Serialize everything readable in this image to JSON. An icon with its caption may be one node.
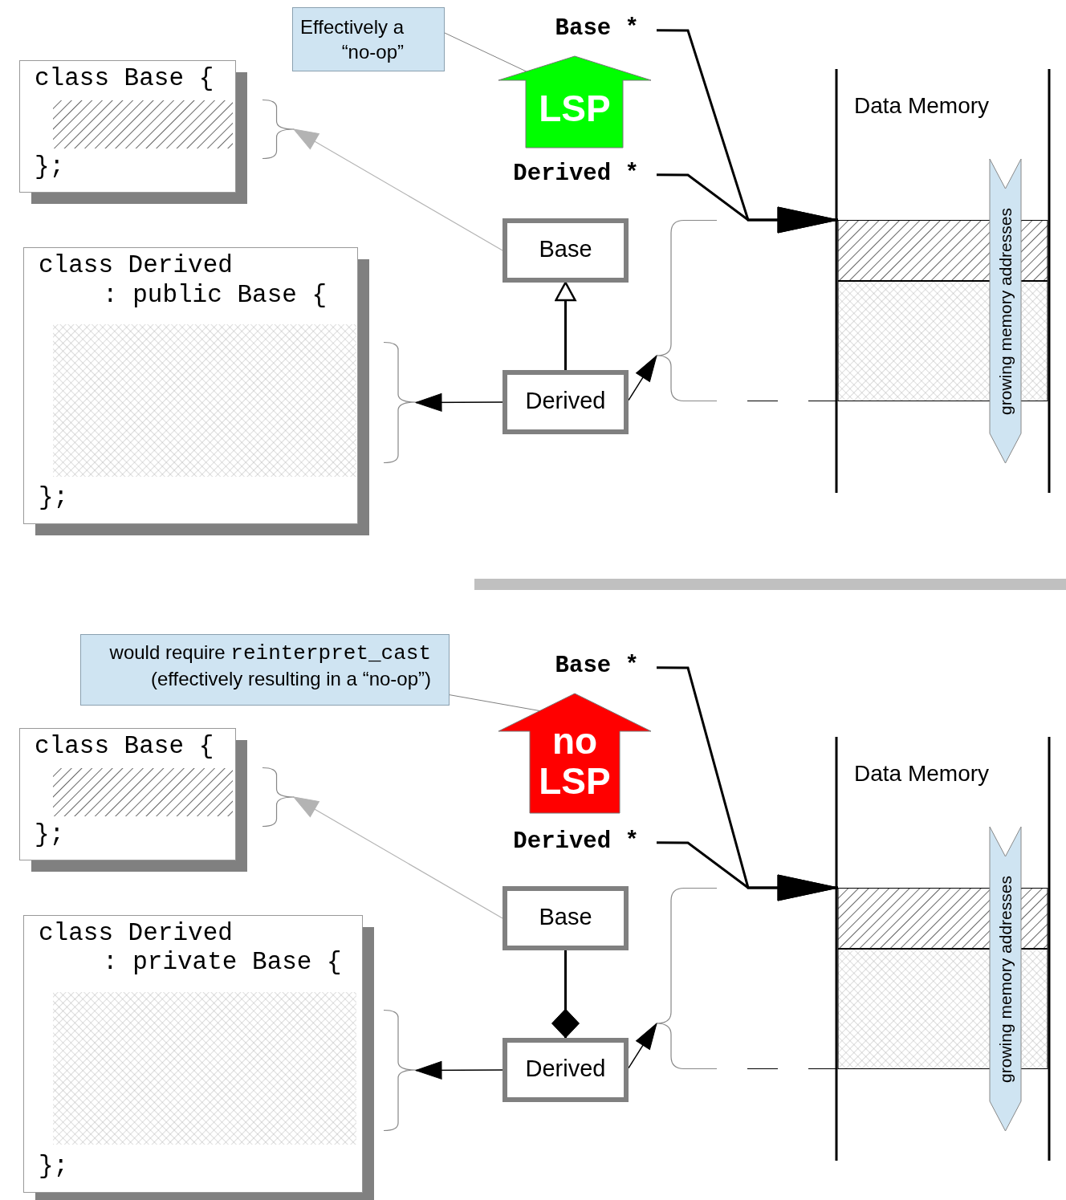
{
  "diagram": {
    "nodes": [
      {
        "text": [
          "Effectively a “no-op”"
        ]
      },
      {
        "text": [
          "LSP"
        ]
      },
      {
        "text": [
          "Base *"
        ]
      },
      {
        "text": [
          "Derived *"
        ]
      },
      {
        "text": [
          "class Base {",
          "};"
        ]
      },
      {
        "text": [],
        "shape": "bracket"
      },
      {
        "text": [
          "class Derived",
          ": public Base {",
          "};"
        ]
      },
      {
        "text": [],
        "shape": "bracket"
      },
      {
        "text": [
          "Base"
        ]
      },
      {
        "text": [
          "Derived"
        ]
      },
      {
        "text": [],
        "shape": "bracket"
      },
      {
        "text": [
          "Data Memory"
        ]
      },
      {
        "text": [],
        "shape": "box",
        "in": 11
      },
      {
        "text": [],
        "shape": "box",
        "in": 11
      },
      {
        "text": [
          "growing memory addresses"
        ],
        "in": 11
      },
      {
        "text": [
          "would require",
          "reinterpret_cast",
          "(effectively resulting in a “no-op”)"
        ]
      },
      {
        "text": [
          "no LSP"
        ]
      },
      {
        "text": [
          "Base *"
        ]
      },
      {
        "text": [
          "Derived *"
        ]
      },
      {
        "text": [
          "class Base {",
          "};"
        ]
      },
      {
        "text": [],
        "shape": "bracket"
      },
      {
        "text": [
          "class Derived",
          ": private Base {",
          "};"
        ]
      },
      {
        "text": [],
        "shape": "bracket"
      },
      {
        "text": [
          "Base"
        ]
      },
      {
        "text": [
          "Derived"
        ]
      },
      {
        "text": [],
        "shape": "bracket"
      },
      {
        "text": [
          "Data Memory"
        ]
      },
      {
        "text": [],
        "shape": "box",
        "in": 26
      },
      {
        "text": [],
        "shape": "box",
        "in": 26
      },
      {
        "text": [
          "growing memory addresses"
        ],
        "in": 26
      },
      {
        "text": [],
        "shape": "bar"
      }
    ],
    "edges": [
      {
        "from": 0,
        "to": 1,
        "arrow": "none",
        "color": "#808080"
      },
      {
        "from": 2,
        "to": 12,
        "arrow": "to"
      },
      {
        "from": 3,
        "to": 12,
        "arrow": "to"
      },
      {
        "from": 8,
        "to": 5,
        "arrow": "to",
        "color": "#b3b3b3"
      },
      {
        "from": 9,
        "to": 8,
        "arrow": "to"
      },
      {
        "from": 9,
        "to": 7,
        "arrow": "to"
      },
      {
        "from": 9,
        "to": 10,
        "arrow": "to"
      },
      {
        "from": 15,
        "to": 16,
        "arrow": "none",
        "color": "#808080"
      },
      {
        "from": 17,
        "to": 27,
        "arrow": "to"
      },
      {
        "from": 18,
        "to": 27,
        "arrow": "to"
      },
      {
        "from": 23,
        "to": 20,
        "arrow": "to",
        "color": "#b3b3b3"
      },
      {
        "from": 23,
        "to": 24,
        "arrow": "other"
      },
      {
        "from": 24,
        "to": 22,
        "arrow": "to"
      },
      {
        "from": 24,
        "to": 25,
        "arrow": "to"
      }
    ]
  }
}
